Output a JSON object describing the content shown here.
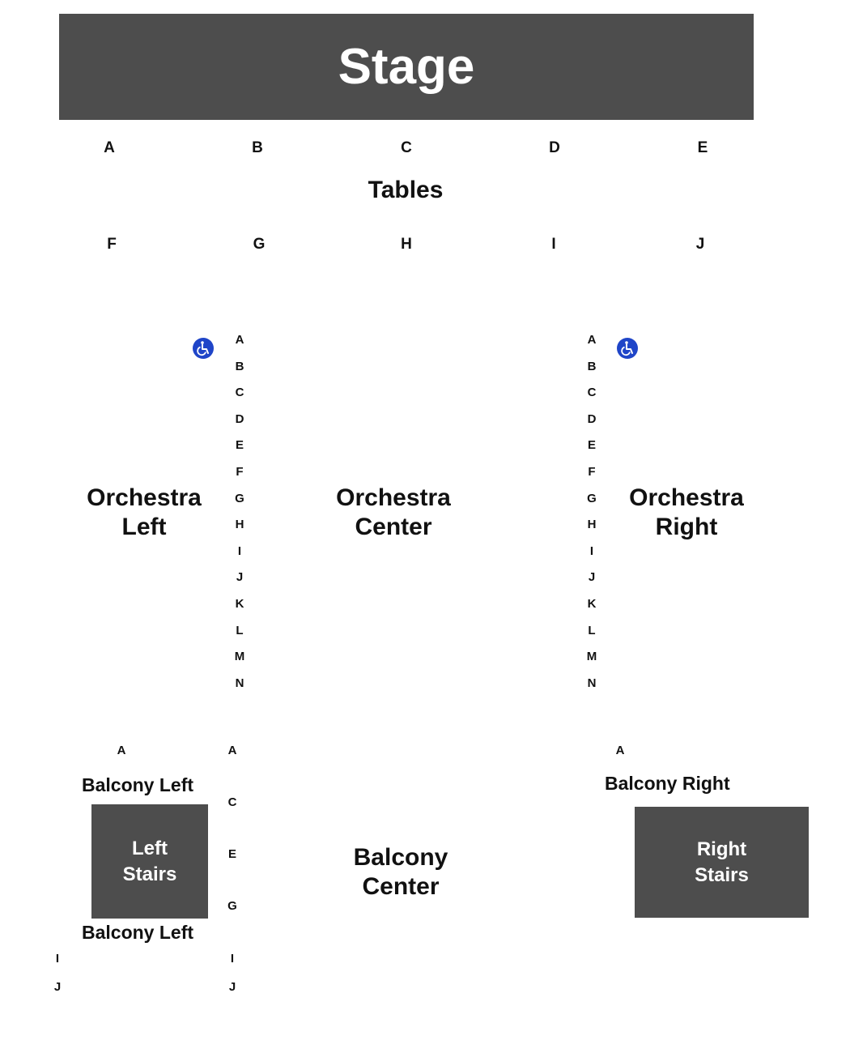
{
  "stage": {
    "label": "Stage"
  },
  "tables": {
    "label": "Tables",
    "top_row": [
      "A",
      "B",
      "C",
      "D",
      "E"
    ],
    "bottom_row": [
      "F",
      "G",
      "H",
      "I",
      "J"
    ]
  },
  "orchestra": {
    "left": {
      "line1": "Orchestra",
      "line2": "Left"
    },
    "center": {
      "line1": "Orchestra",
      "line2": "Center"
    },
    "right": {
      "line1": "Orchestra",
      "line2": "Right"
    },
    "rows": [
      "A",
      "B",
      "C",
      "D",
      "E",
      "F",
      "G",
      "H",
      "I",
      "J",
      "K",
      "L",
      "M",
      "N"
    ]
  },
  "balcony": {
    "left_label_top": "Balcony Left",
    "left_label_bottom": "Balcony Left",
    "right_label": "Balcony Right",
    "center": {
      "line1": "Balcony",
      "line2": "Center"
    },
    "left_outer_rows_top": [
      "A"
    ],
    "left_outer_rows_bottom": [
      "I",
      "J"
    ],
    "inner_rows": [
      "A",
      "C",
      "E",
      "G",
      "I",
      "J"
    ],
    "right_rows": [
      "A"
    ]
  },
  "stairs": {
    "left": {
      "line1": "Left",
      "line2": "Stairs"
    },
    "right": {
      "line1": "Right",
      "line2": "Stairs"
    }
  },
  "icons": {
    "accessible": "wheelchair-accessible-icon"
  },
  "colors": {
    "block": "#4d4d4d",
    "accessible": "#1f45c8",
    "text": "#111111"
  }
}
